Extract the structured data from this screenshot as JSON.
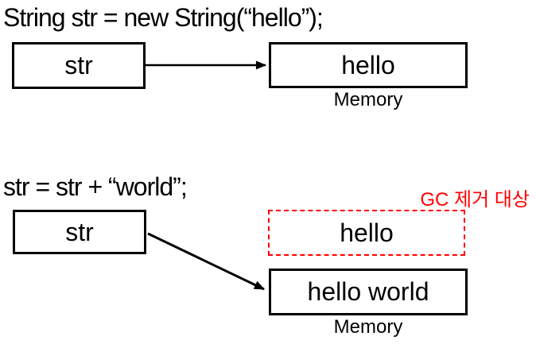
{
  "colors": {
    "ink_black": "#000000",
    "accent_red": "#ff0000",
    "background": "#ffffff"
  },
  "top_section": {
    "code": "String str = new String(“hello”);",
    "var_box_label": "str",
    "value_box_label": "hello",
    "memory_label": "Memory"
  },
  "bottom_section": {
    "code": "str = str + “world”;",
    "gc_target_label": "GC 제거 대상",
    "var_box_label": "str",
    "garbage_box_label": "hello",
    "new_value_box_label": "hello world",
    "memory_label": "Memory"
  }
}
